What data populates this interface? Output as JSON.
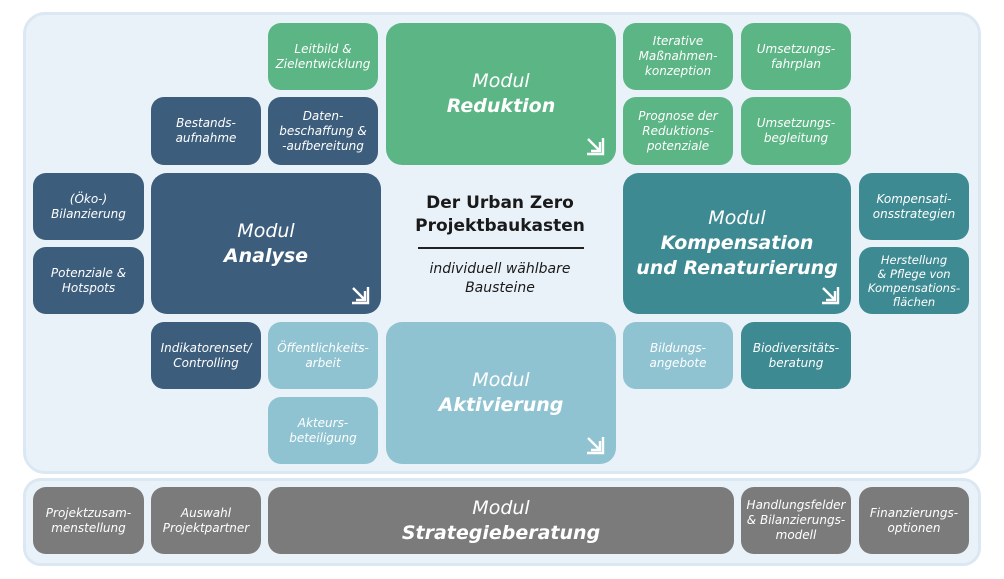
{
  "center": {
    "title": "Der Urban Zero\nProjektbaukasten",
    "subtitle": "individuell wählbare\nBausteine"
  },
  "modules": {
    "reduktion": {
      "prefix": "Modul",
      "name": "Reduktion"
    },
    "analyse": {
      "prefix": "Modul",
      "name": "Analyse"
    },
    "kompensation": {
      "prefix": "Modul",
      "name": "Kompensation\nund Renaturierung"
    },
    "aktivierung": {
      "prefix": "Modul",
      "name": "Aktivierung"
    },
    "strategie": {
      "prefix": "Modul",
      "name": "Strategieberatung"
    }
  },
  "boxes": {
    "leitbild": "Leitbild &\nZielentwicklung",
    "datenbeschaffung": "Daten-\nbeschaffung &\n-aufbereitung",
    "bestandsaufnahme": "Bestands-\naufnahme",
    "iterative": "Iterative\nMaßnahmen-\nkonzeption",
    "umsetzungsfahrplan": "Umsetzungs-\nfahrplan",
    "prognose": "Prognose der\nReduktions-\npotenziale",
    "umsetzungsbegleitung": "Umsetzungs-\nbegleitung",
    "bilanzierung": "(Öko-)\nBilanzierung",
    "potenziale": "Potenziale &\nHotspots",
    "kompensationsstrategien": "Kompensati-\nonsstrategien",
    "herstellung": "Herstellung\n& Pflege von\nKompensations-\nflächen",
    "indikatorenset": "Indikatorenset/\nControlling",
    "oeffentlichkeit": "Öffentlichkeits-\narbeit",
    "akteurs": "Akteurs-\nbeteiligung",
    "bildung": "Bildungs-\nangebote",
    "biodiversitaet": "Biodiversitäts-\nberatung",
    "projektzusammenstellung": "Projektzusam-\nmenstellung",
    "auswahl": "Auswahl\nProjektpartner",
    "handlungsfelder": "Handlungsfelder\n& Bilanzierungs-\nmodell",
    "finanzierung": "Finanzierungs-\noptionen"
  },
  "colors": {
    "analyse": "#3c5d7c",
    "reduktion": "#5cb585",
    "kompensation": "#3d8a92",
    "aktivierung": "#8fc3d1",
    "strategie": "#7b7b7b",
    "panel": "#eaf2f9"
  },
  "icons": {
    "module_arrow": "arrow-down-right-icon"
  }
}
